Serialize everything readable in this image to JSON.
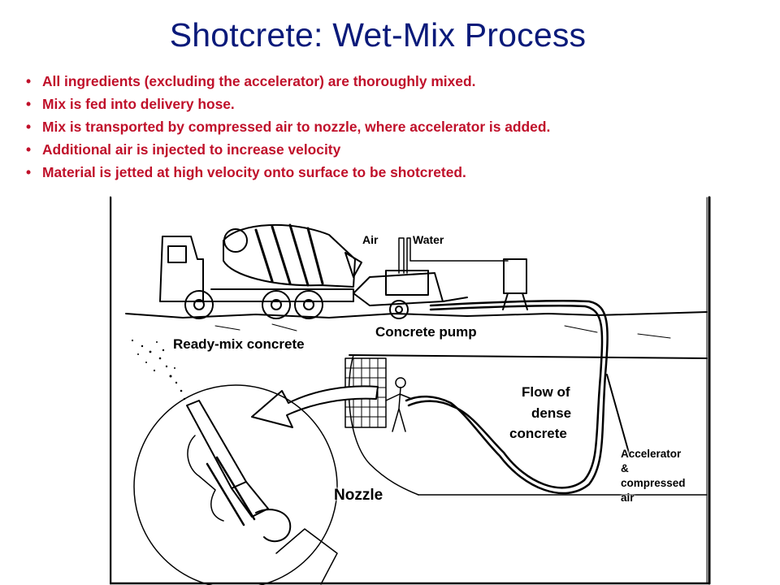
{
  "title": "Shotcrete: Wet-Mix Process",
  "bullets": [
    "All ingredients (excluding the accelerator) are thoroughly mixed.",
    "Mix is fed into delivery hose.",
    "Mix is transported by compressed air to nozzle, where accelerator is added.",
    "Additional air is injected to increase velocity",
    "Material is jetted at high velocity onto surface to be shotcreted."
  ],
  "bullet_symbol": "•",
  "figure": {
    "labels": {
      "air": "Air",
      "water": "Water",
      "ready_mix": "Ready-mix concrete",
      "pump": "Concrete pump",
      "flow_1": "Flow of",
      "flow_2": "dense",
      "flow_3": "concrete",
      "accel_1": "Accelerator",
      "accel_2": "&",
      "accel_3": "compressed",
      "accel_4": "air",
      "nozzle": "Nozzle"
    }
  },
  "colors": {
    "title": "#0a1a7a",
    "bullet_text": "#c0102a",
    "line_art": "#000000"
  }
}
